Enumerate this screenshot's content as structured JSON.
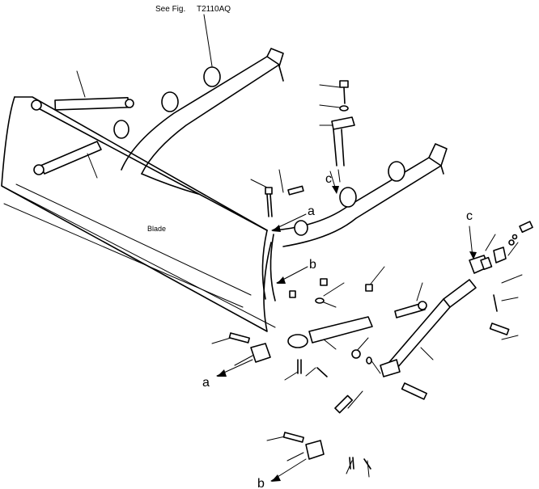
{
  "reference": {
    "prefix": "See Fig.",
    "figure": "T2110AQ"
  },
  "labels": {
    "blade": "Blade"
  },
  "callouts": {
    "a": "a",
    "b": "b",
    "c": "c"
  }
}
